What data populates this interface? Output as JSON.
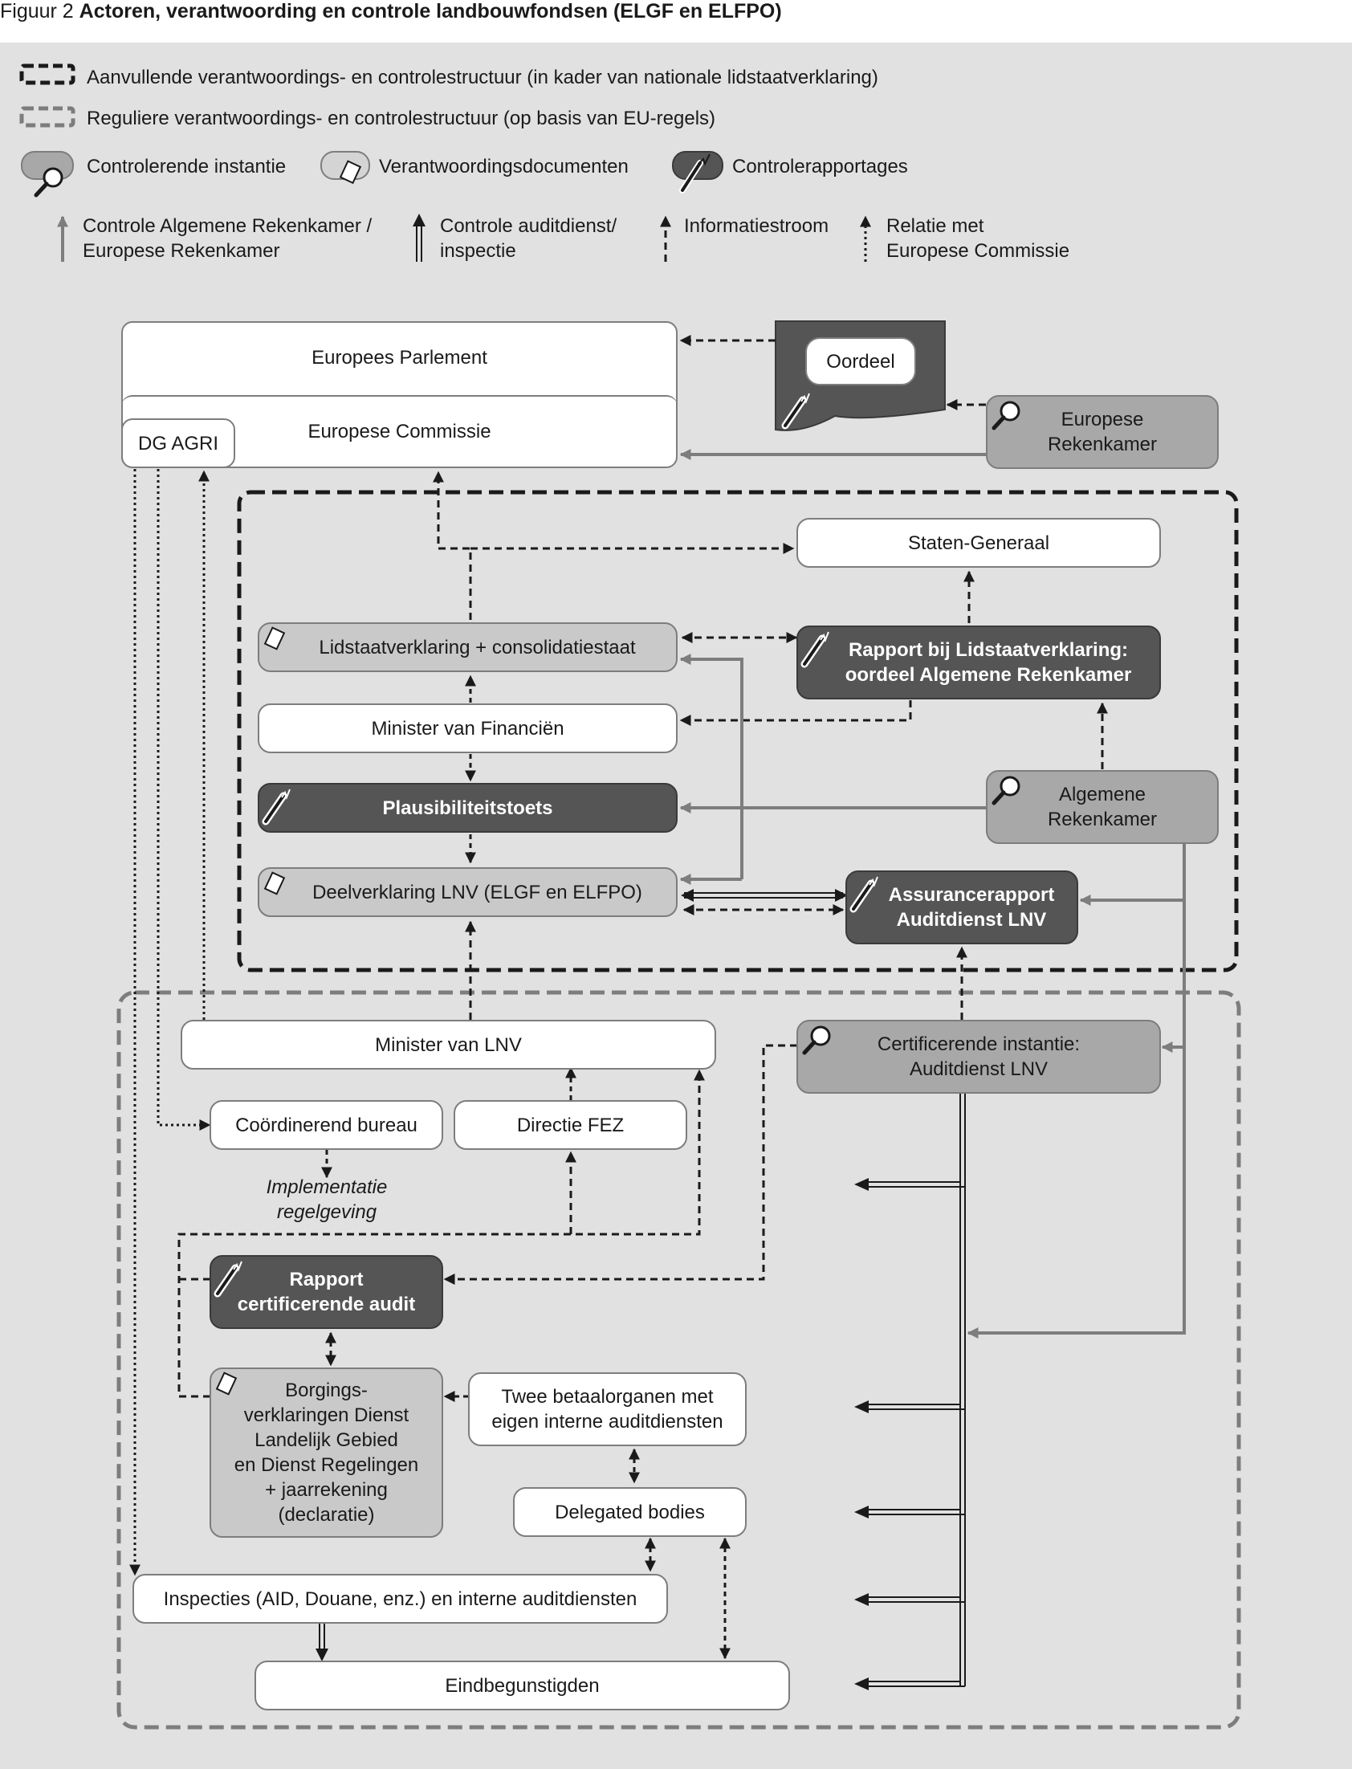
{
  "figure": {
    "number": "Figuur 2",
    "title": "Actoren, verantwoording en controle landbouwfondsen (ELGF en ELFPO)"
  },
  "legend": {
    "aanvullend": "Aanvullende verantwoordings- en controlestructuur (in kader van nationale lidstaatverklaring)",
    "regulier": "Reguliere verantwoordings- en controlestructuur (op basis van EU-regels)",
    "controlerende_instantie": "Controlerende instantie",
    "verantwoordingsdocumenten": "Verantwoordingsdocumenten",
    "controlerapportages": "Controlerapportages",
    "controle_ar": "Controle Algemene Rekenkamer /\nEuropese Rekenkamer",
    "controle_auditdienst": "Controle auditdienst/\ninspectie",
    "informatiestroom": "Informatiestroom",
    "relatie_ec": "Relatie met\nEuropese Commissie"
  },
  "nodes": {
    "europees_parlement": "Europees Parlement",
    "europese_commissie": "Europese Commissie",
    "dg_agri": "DG AGRI",
    "oordeel": "Oordeel",
    "europese_rekenkamer": "Europese\nRekenkamer",
    "staten_generaal": "Staten-Generaal",
    "lidstaatverklaring": "Lidstaatverklaring + consolidatiestaat",
    "rapport_lidstaatverklaring": "Rapport bij Lidstaatverklaring:\noordeel Algemene Rekenkamer",
    "minister_financien": "Minister van Financiën",
    "plausibiliteitstoets": "Plausibiliteitstoets",
    "algemene_rekenkamer": "Algemene\nRekenkamer",
    "deelverklaring": "Deelverklaring LNV (ELGF en ELFPO)",
    "assurancerapport": "Assurancerapport\nAuditdienst LNV",
    "minister_lnv": "Minister van LNV",
    "certificerende_instantie": "Certificerende instantie:\nAuditdienst LNV",
    "coordinerend_bureau": "Coördinerend bureau",
    "directie_fez": "Directie FEZ",
    "implementatie": "Implementatie\nregelgeving",
    "rapport_certificerende_audit": "Rapport\ncertificerende audit",
    "borgingsverklaringen": "Borgings-\nverklaringen Dienst\nLandelijk Gebied\nen Dienst Regelingen\n+ jaarrekening\n(declaratie)",
    "twee_betaalorganen": "Twee betaalorganen met\neigen interne auditdiensten",
    "delegated_bodies": "Delegated bodies",
    "inspecties": "Inspecties (AID, Douane, enz.) en interne auditdiensten",
    "eindbegunstigden": "Eindbegunstigden"
  },
  "colors": {
    "panel": "#e1e1e1",
    "document_box": "#c9c9c9",
    "controlerende_box": "#a8a8a8",
    "rapport_box": "#555555",
    "line": "#1a1a1a",
    "gray_line": "#7d7d7d"
  },
  "icons": {
    "controlerende_instantie": "magnifier-icon",
    "verantwoordingsdocumenten": "document-icon",
    "controlerapportages": "pen-icon"
  }
}
